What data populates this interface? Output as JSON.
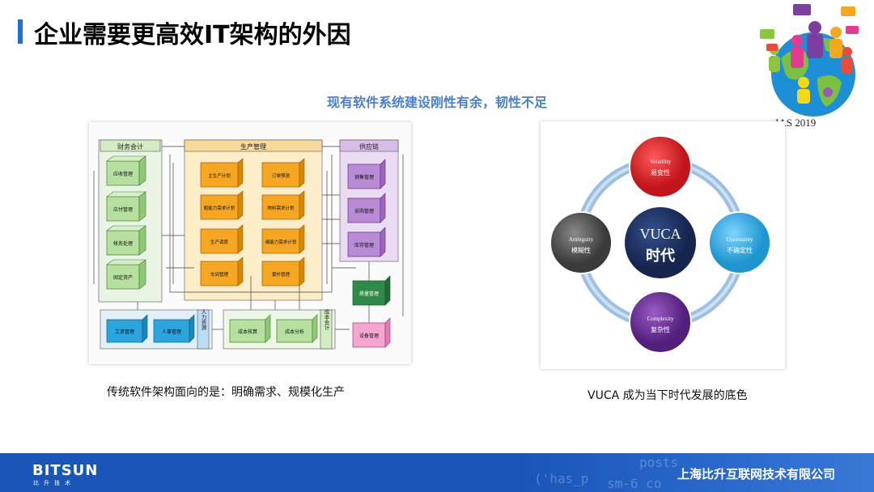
{
  "slide": {
    "title": "企业需要更高效IT架构的外因",
    "subtitle": "现有软件系统建设刚性有余，韧性不足",
    "caption_left": "传统软件架构面向的是：明确需求、规模化生产",
    "caption_right": "VUCA 成为当下时代发展的底色",
    "logo_text": "IAS 2019"
  },
  "architecture": {
    "groups": {
      "finance": "财务会计",
      "production": "生产管理",
      "supply": "供应链",
      "hr": "人力资源",
      "cost": "成本会计"
    },
    "boxes": {
      "receivable": "应收管理",
      "payable": "应付管理",
      "ledger": "帐务处理",
      "fixed_assets": "固定资产",
      "mps": "主生产计划",
      "order": "订单预测",
      "capacity": "粗能力需求计划",
      "mrp": "物料需求计划",
      "schedule": "生产调度",
      "fine_capacity": "细能力需求计划",
      "workshop": "车间管理",
      "delivery": "委外管理",
      "sales": "销售管理",
      "purchase": "采购管理",
      "inventory": "库存管理",
      "quality": "质量管理",
      "equipment": "设备管理",
      "payroll": "工资管理",
      "personnel": "人事管理",
      "cost_calc": "成本核算",
      "cost_analysis": "成本分析"
    }
  },
  "vuca": {
    "center_en": "VUCA",
    "center_cn": "时代",
    "volatility_en": "Volatility",
    "volatility_cn": "易变性",
    "uncertainty_en": "Uncertainty",
    "uncertainty_cn": "不确定性",
    "complexity_en": "Complexity",
    "complexity_cn": "复杂性",
    "ambiguity_en": "Ambiguity",
    "ambiguity_cn": "模糊性",
    "colors": {
      "center": "#1b2f5e",
      "volatility": "#d42026",
      "uncertainty": "#2aa8e0",
      "complexity": "#6a2b93",
      "ambiguity": "#4a4a4a",
      "ring": "#8fb7e0"
    }
  },
  "footer": {
    "brand": "BITSUN",
    "brand_sub": "比升技术",
    "company": "上海比升互联网技术有限公司",
    "code1": "('has_p",
    "code2": "posts",
    "code3": "sm-6 co"
  }
}
